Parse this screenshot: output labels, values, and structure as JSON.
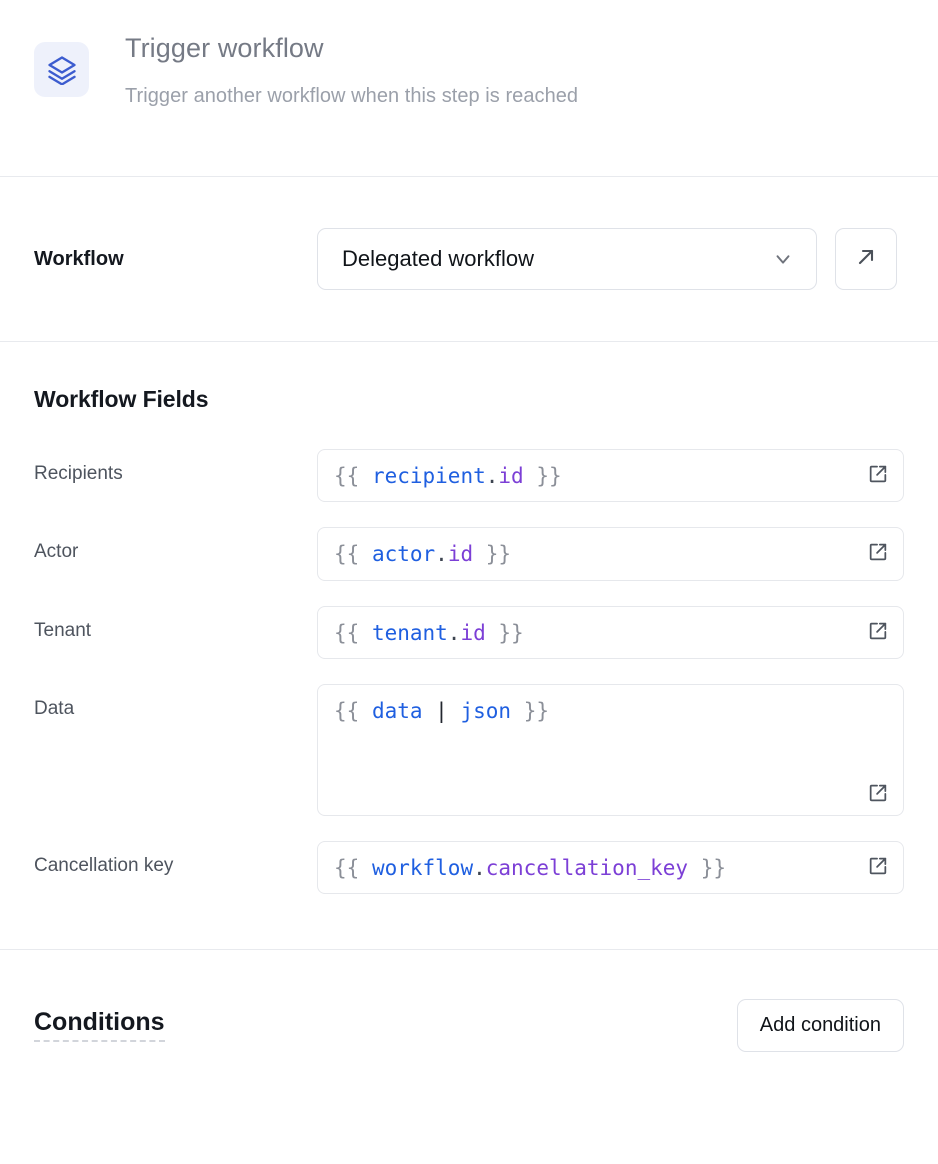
{
  "header": {
    "icon": "layers-icon",
    "title": "Trigger workflow",
    "subtitle": "Trigger another workflow when this step is reached",
    "icon_color": "#3c5ccf",
    "icon_bg": "#eef1fb"
  },
  "workflow_row": {
    "label": "Workflow",
    "select_value": "Delegated workflow",
    "chevron_icon": "chevron-down-icon",
    "open_icon": "arrow-up-right-icon"
  },
  "fields_section": {
    "title": "Workflow Fields",
    "expand_icon": "external-link-icon",
    "fields": [
      {
        "label": "Recipients",
        "value": "{{ recipient.id }}",
        "tokens": [
          {
            "t": "{{ ",
            "c": "br"
          },
          {
            "t": "recipient",
            "c": "ns"
          },
          {
            "t": ".",
            "c": "dot"
          },
          {
            "t": "id",
            "c": "prop"
          },
          {
            "t": " }}",
            "c": "br"
          }
        ],
        "multiline": false
      },
      {
        "label": "Actor",
        "value": "{{ actor.id }}",
        "tokens": [
          {
            "t": "{{ ",
            "c": "br"
          },
          {
            "t": "actor",
            "c": "ns"
          },
          {
            "t": ".",
            "c": "dot"
          },
          {
            "t": "id",
            "c": "prop"
          },
          {
            "t": " }}",
            "c": "br"
          }
        ],
        "multiline": false
      },
      {
        "label": "Tenant",
        "value": "{{ tenant.id }}",
        "tokens": [
          {
            "t": "{{ ",
            "c": "br"
          },
          {
            "t": "tenant",
            "c": "ns"
          },
          {
            "t": ".",
            "c": "dot"
          },
          {
            "t": "id",
            "c": "prop"
          },
          {
            "t": " }}",
            "c": "br"
          }
        ],
        "multiline": false
      },
      {
        "label": "Data",
        "value": "{{ data | json }}",
        "tokens": [
          {
            "t": "{{ ",
            "c": "br"
          },
          {
            "t": "data",
            "c": "ns"
          },
          {
            "t": " ",
            "c": "br"
          },
          {
            "t": "|",
            "c": "pipe"
          },
          {
            "t": " ",
            "c": "br"
          },
          {
            "t": "json",
            "c": "filt"
          },
          {
            "t": " }}",
            "c": "br"
          }
        ],
        "multiline": true
      },
      {
        "label": "Cancellation key",
        "value": "{{ workflow.cancellation_key }}",
        "tokens": [
          {
            "t": "{{ ",
            "c": "br"
          },
          {
            "t": "workflow",
            "c": "ns"
          },
          {
            "t": ".",
            "c": "dot"
          },
          {
            "t": "cancellation_key",
            "c": "prop"
          },
          {
            "t": " }}",
            "c": "br"
          }
        ],
        "multiline": false
      }
    ]
  },
  "conditions_section": {
    "title": "Conditions",
    "add_button": "Add condition"
  },
  "colors": {
    "accent_blue": "#1f5fe0",
    "accent_purple": "#7c3fd6",
    "border": "#e6e8ec",
    "divider": "#e8eaee"
  }
}
